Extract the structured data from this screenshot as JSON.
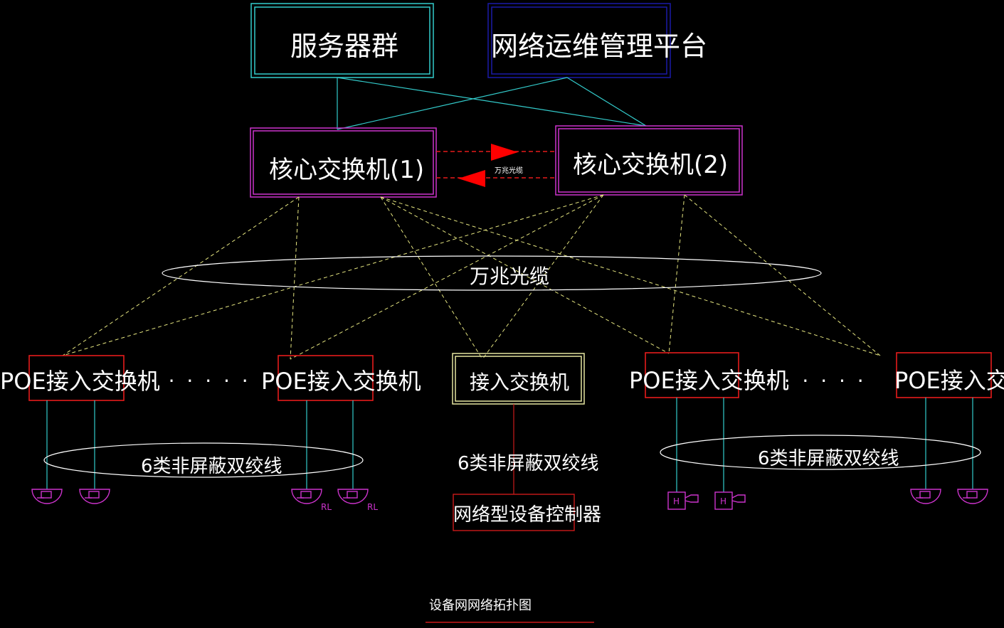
{
  "colors": {
    "background": "#000000",
    "server_box": "#33cccc",
    "platform_box": "#1a1aa8",
    "core_box": "#cc33cc",
    "poe_box": "#e61b1b",
    "access_box": "#e6e6a0",
    "controller_box": "#cc1a1a",
    "fiber_line": "#e6e680",
    "cable_line": "#33cccc",
    "red_arrow": "#ff0000",
    "device_icon": "#cc33cc"
  },
  "top": {
    "server_cluster": "服务器群",
    "network_platform": "网络运维管理平台"
  },
  "core": {
    "switch1": "核心交换机(1)",
    "switch2": "核心交换机(2)",
    "link_label": "万兆光缆"
  },
  "fiber_label": "万兆光缆",
  "access": {
    "poe1": "POE接入交换机",
    "poe2": "POE接入交换机",
    "middle": "接入交换机",
    "poe3": "POE接入交换机",
    "poe4": "POE接入交换机"
  },
  "dots": "· · · · · · ·",
  "cable": {
    "left": "6类非屏蔽双绞线",
    "middle": "6类非屏蔽双绞线",
    "right": "6类非屏蔽双绞线"
  },
  "controller": "网络型设备控制器",
  "devices": {
    "rl_label": "RL",
    "h_label": "H"
  },
  "caption": "设备网网络拓扑图"
}
